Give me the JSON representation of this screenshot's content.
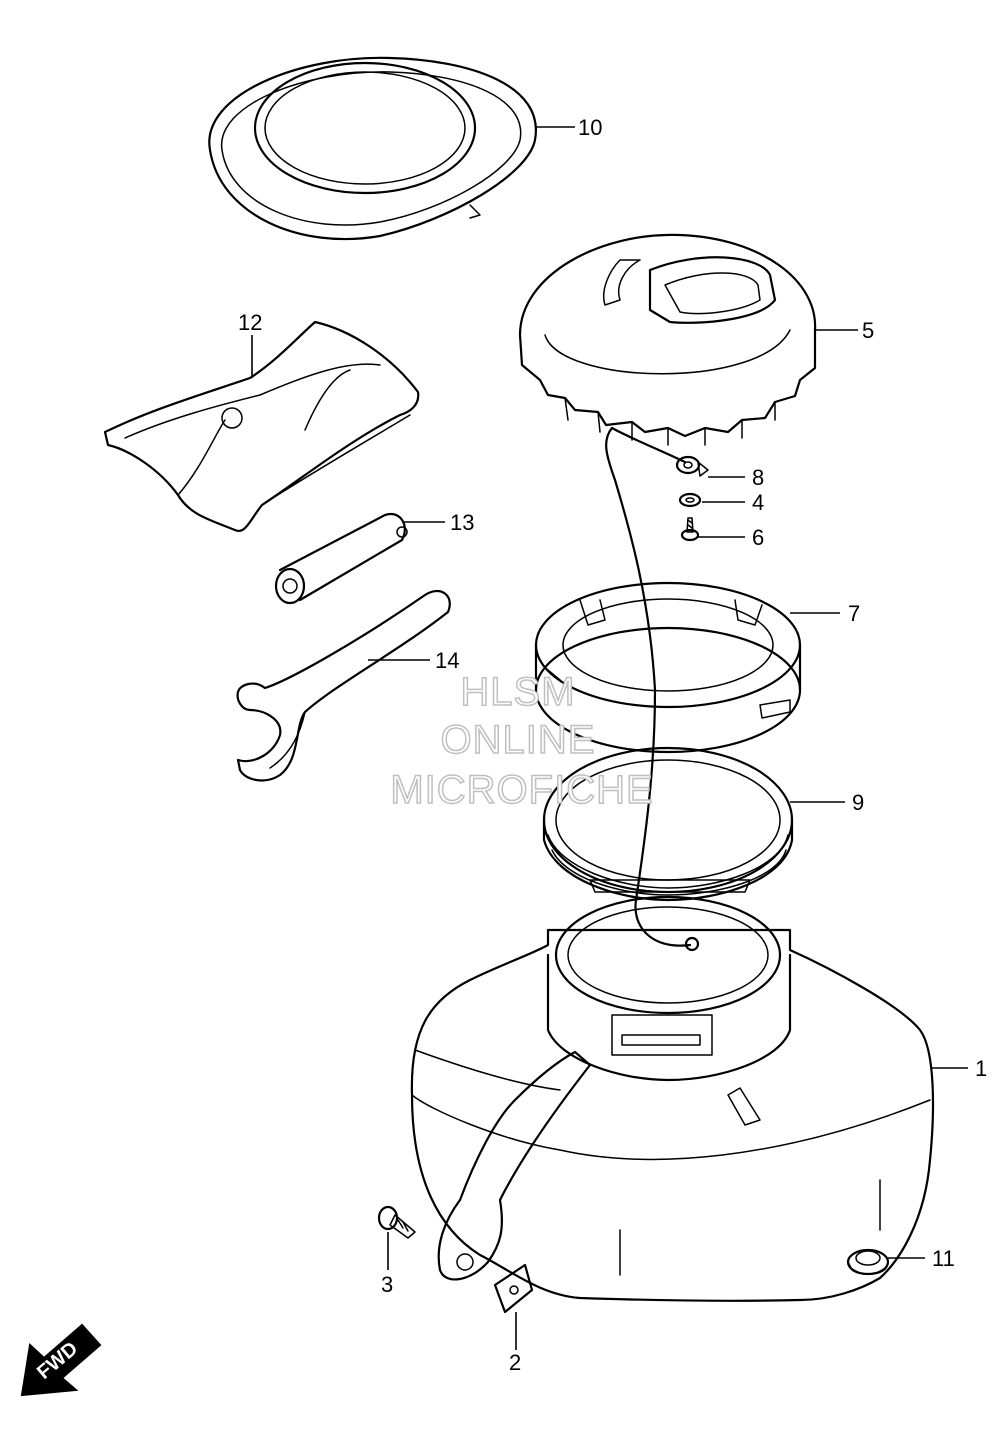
{
  "callouts": [
    {
      "id": "10",
      "label": "10"
    },
    {
      "id": "5",
      "label": "5"
    },
    {
      "id": "12",
      "label": "12"
    },
    {
      "id": "8",
      "label": "8"
    },
    {
      "id": "4",
      "label": "4"
    },
    {
      "id": "6",
      "label": "6"
    },
    {
      "id": "13",
      "label": "13"
    },
    {
      "id": "7",
      "label": "7"
    },
    {
      "id": "14",
      "label": "14"
    },
    {
      "id": "9",
      "label": "9"
    },
    {
      "id": "1",
      "label": "1"
    },
    {
      "id": "11",
      "label": "11"
    },
    {
      "id": "3",
      "label": "3"
    },
    {
      "id": "2",
      "label": "2"
    }
  ],
  "watermark": {
    "line1": "HLSM",
    "line2": "ONLINE",
    "line3": "MICROFICHE"
  },
  "fwd_arrow": {
    "label": "FWD"
  }
}
